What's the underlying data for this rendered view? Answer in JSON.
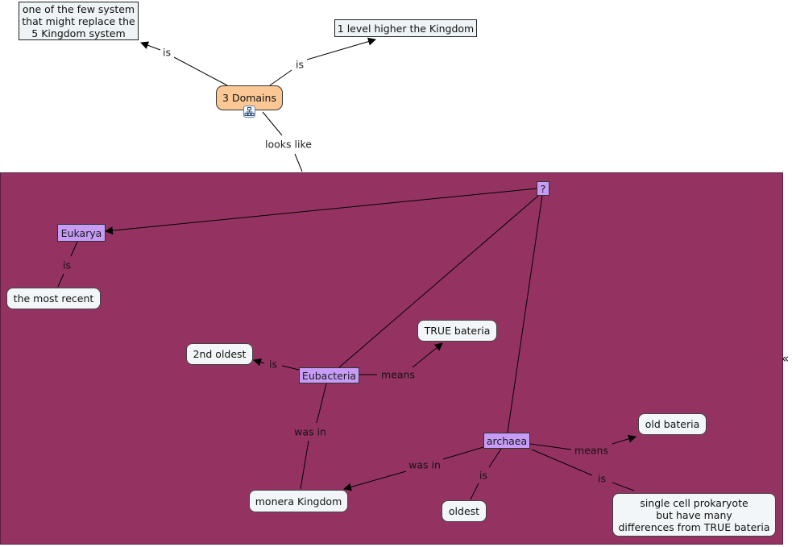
{
  "diagram": {
    "root": "3 Domains",
    "top_nodes": {
      "few_system": [
        "one of the few system",
        "that might replace the",
        "5 Kingdom system"
      ],
      "level_higher": "1 level higher the Kingdom"
    },
    "nodes": {
      "question": "?",
      "eukarya": "Eukarya",
      "most_recent": "the most recent",
      "second_oldest": "2nd oldest",
      "true_bacteria": "TRUE bateria",
      "eubacteria": "Eubacteria",
      "old_bacteria": "old bateria",
      "archaea": "archaea",
      "monera": "monera Kingdom",
      "oldest": "oldest",
      "single_cell": [
        "single cell prokaryote",
        "but have many",
        "differences from TRUE bateria"
      ]
    },
    "links": {
      "root_is_left": "is",
      "root_is_right": "is",
      "looks_like": "looks like",
      "eukarya_is": "is",
      "eubacteria_is": "is",
      "eubacteria_means": "means",
      "eubacteria_was_in": "was in",
      "archaea_was_in": "was in",
      "archaea_is_oldest": "is",
      "archaea_means": "means",
      "archaea_is_single": "is"
    },
    "colors": {
      "panel": "#943362",
      "root_node": "#fbc794",
      "domain_node": "#c79cf7",
      "concept_node": "#f3f6f8"
    },
    "icons": {
      "submap": "submap-icon",
      "collapse": "double-chevron-left-icon"
    },
    "collapse_glyph": "«"
  }
}
